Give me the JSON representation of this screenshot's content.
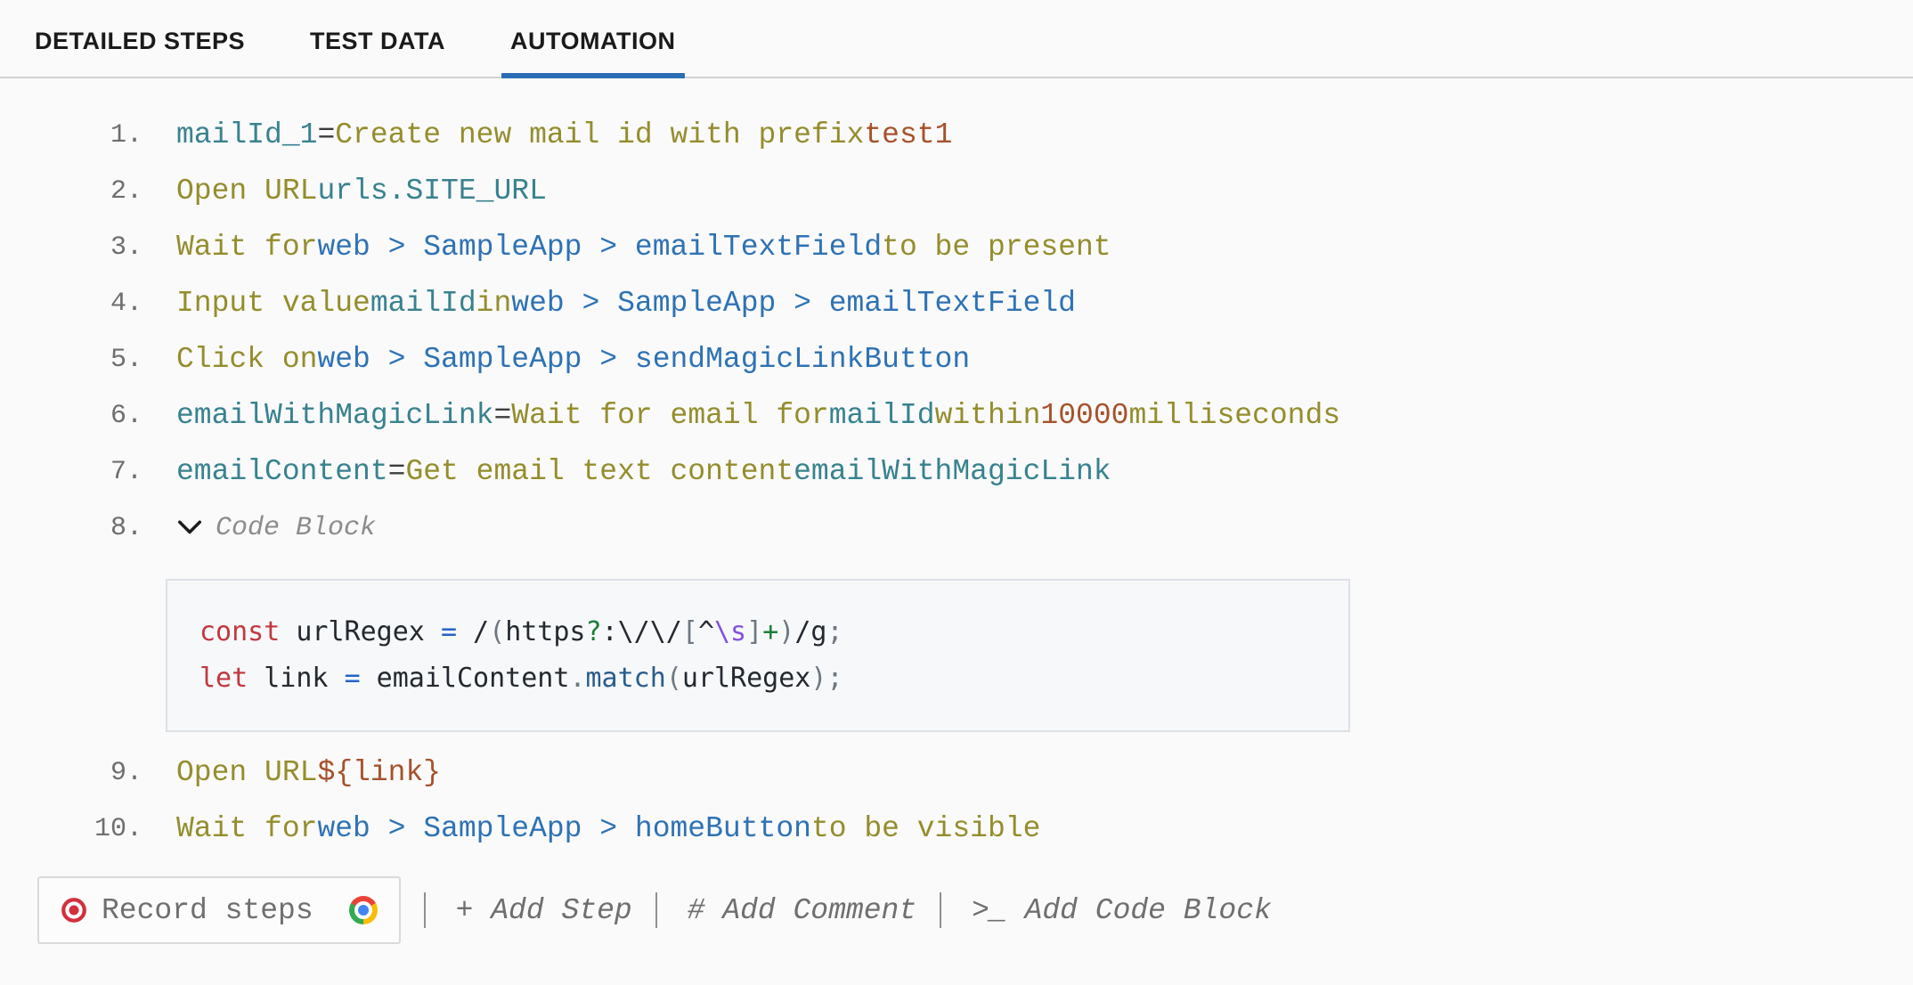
{
  "tabs": {
    "items": [
      {
        "label": "DETAILED STEPS",
        "active": false
      },
      {
        "label": "TEST DATA",
        "active": false
      },
      {
        "label": "AUTOMATION",
        "active": true
      }
    ]
  },
  "colors": {
    "tab_underline": "#2b6cb5",
    "action_text": "#948d2d",
    "variable_text": "#38828f",
    "element_path_text": "#2e72b4",
    "value_text": "#a6522b",
    "step_number": "#6e6e6e",
    "record_icon": "#d2303c",
    "code_keyword": "#c2383f",
    "code_operator": "#2563c9",
    "code_quantifier": "#1a7f37",
    "code_charclass": "#8250df",
    "code_function": "#2a5d8c"
  },
  "steps": [
    {
      "num": "1.",
      "tokens": [
        {
          "text": "mailId_1",
          "role": "variable"
        },
        {
          "text": "=",
          "role": "operator"
        },
        {
          "text": "Create new mail id with prefix",
          "role": "action"
        },
        {
          "text": "test1",
          "role": "value"
        }
      ]
    },
    {
      "num": "2.",
      "tokens": [
        {
          "text": "Open URL",
          "role": "action"
        },
        {
          "text": "urls.SITE_URL",
          "role": "variable"
        }
      ]
    },
    {
      "num": "3.",
      "tokens": [
        {
          "text": "Wait for",
          "role": "action"
        },
        {
          "text": "web > SampleApp > emailTextField",
          "role": "path"
        },
        {
          "text": "to be present",
          "role": "action"
        }
      ]
    },
    {
      "num": "4.",
      "tokens": [
        {
          "text": "Input value",
          "role": "action"
        },
        {
          "text": "mailId",
          "role": "variable"
        },
        {
          "text": "in",
          "role": "action"
        },
        {
          "text": "web > SampleApp > emailTextField",
          "role": "path"
        }
      ]
    },
    {
      "num": "5.",
      "tokens": [
        {
          "text": "Click on",
          "role": "action"
        },
        {
          "text": "web > SampleApp > sendMagicLinkButton",
          "role": "path"
        }
      ]
    },
    {
      "num": "6.",
      "tokens": [
        {
          "text": "emailWithMagicLink",
          "role": "variable"
        },
        {
          "text": "=",
          "role": "operator"
        },
        {
          "text": "Wait for email for",
          "role": "action"
        },
        {
          "text": "mailId",
          "role": "variable"
        },
        {
          "text": "within",
          "role": "action"
        },
        {
          "text": "10000",
          "role": "value"
        },
        {
          "text": "milliseconds",
          "role": "action"
        }
      ]
    },
    {
      "num": "7.",
      "tokens": [
        {
          "text": "emailContent",
          "role": "variable"
        },
        {
          "text": "=",
          "role": "operator"
        },
        {
          "text": "Get email text content",
          "role": "action"
        },
        {
          "text": "emailWithMagicLink",
          "role": "variable"
        }
      ]
    },
    {
      "num": "8.",
      "type": "code_block_header",
      "label": "Code Block",
      "icon": "chevron-down-icon"
    },
    {
      "num": "9.",
      "tokens": [
        {
          "text": "Open URL",
          "role": "action"
        },
        {
          "text": "${link}",
          "role": "value"
        }
      ]
    },
    {
      "num": "10.",
      "tokens": [
        {
          "text": "Wait for",
          "role": "action"
        },
        {
          "text": "web > SampleApp > homeButton",
          "role": "path"
        },
        {
          "text": "to be visible",
          "role": "action"
        }
      ]
    }
  ],
  "code_block": {
    "lines": [
      [
        {
          "text": "const",
          "role": "keyword"
        },
        {
          "text": " urlRegex ",
          "role": "plain"
        },
        {
          "text": "=",
          "role": "operator"
        },
        {
          "text": " /",
          "role": "plain"
        },
        {
          "text": "(",
          "role": "punctuation"
        },
        {
          "text": "https",
          "role": "plain"
        },
        {
          "text": "?",
          "role": "quantifier"
        },
        {
          "text": ":\\/\\/",
          "role": "plain"
        },
        {
          "text": "[",
          "role": "punctuation"
        },
        {
          "text": "^",
          "role": "plain"
        },
        {
          "text": "\\s",
          "role": "charclass"
        },
        {
          "text": "]",
          "role": "punctuation"
        },
        {
          "text": "+",
          "role": "quantifier"
        },
        {
          "text": ")",
          "role": "punctuation"
        },
        {
          "text": "/g",
          "role": "plain"
        },
        {
          "text": ";",
          "role": "punctuation"
        }
      ],
      [
        {
          "text": "let",
          "role": "keyword"
        },
        {
          "text": " link ",
          "role": "plain"
        },
        {
          "text": "=",
          "role": "operator"
        },
        {
          "text": " emailContent",
          "role": "plain"
        },
        {
          "text": ".",
          "role": "punctuation"
        },
        {
          "text": "match",
          "role": "function"
        },
        {
          "text": "(",
          "role": "punctuation"
        },
        {
          "text": "urlRegex",
          "role": "plain"
        },
        {
          "text": ")",
          "role": "punctuation"
        },
        {
          "text": ";",
          "role": "punctuation"
        }
      ]
    ]
  },
  "toolbar": {
    "record_label": "Record steps",
    "browser_icon": "chrome-icon",
    "actions": [
      {
        "label": "+ Add Step"
      },
      {
        "label": "# Add Comment"
      },
      {
        "label": ">_ Add Code Block"
      }
    ]
  }
}
